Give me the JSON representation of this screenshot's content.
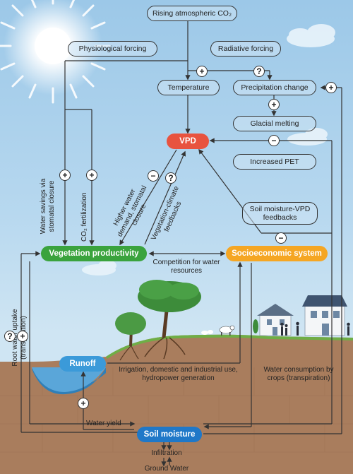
{
  "nodes": {
    "co2": "Rising atmospheric CO₂",
    "physiological_forcing": "Physiological forcing",
    "radiative_forcing": "Radiative forcing",
    "temperature": "Temperature",
    "precipitation": "Precipitation change",
    "glacial": "Glacial melting",
    "vpd": "VPD",
    "pet": "Increased PET",
    "soil_vpd": "Soil moisture-VPD feedbacks",
    "vegetation": "Vegetation productivity",
    "socio": "Socioeconomic system",
    "runoff": "Runoff",
    "soil_moisture": "Soil moisture"
  },
  "labels": {
    "water_savings": "Water savings via stomatal closure",
    "co2_fert": "CO₂ fertilization",
    "higher_demand": "Higher water demand, stomatal closure",
    "veg_climate": "Vegetation-climate feedbacks",
    "competition": "Competition for water resources",
    "root_uptake": "Root water uptake (transpiration)",
    "irrigation": "Irrigation, domestic and industrial use, hydropower generation",
    "consumption": "Water consumption by crops (transpiration)",
    "water_yield": "Water yield",
    "infiltration": "Infiltration",
    "ground_water": "Ground Water"
  },
  "signs": {
    "plus": "+",
    "minus": "−",
    "unknown": "?"
  },
  "colors": {
    "vpd": "#e8533f",
    "vegetation": "#3aa33d",
    "socio": "#f5a623",
    "runoff": "#3b9ad9",
    "soil_moisture": "#1f78c8",
    "soil": "#a97d5d",
    "sky": "#a9d0ec"
  }
}
